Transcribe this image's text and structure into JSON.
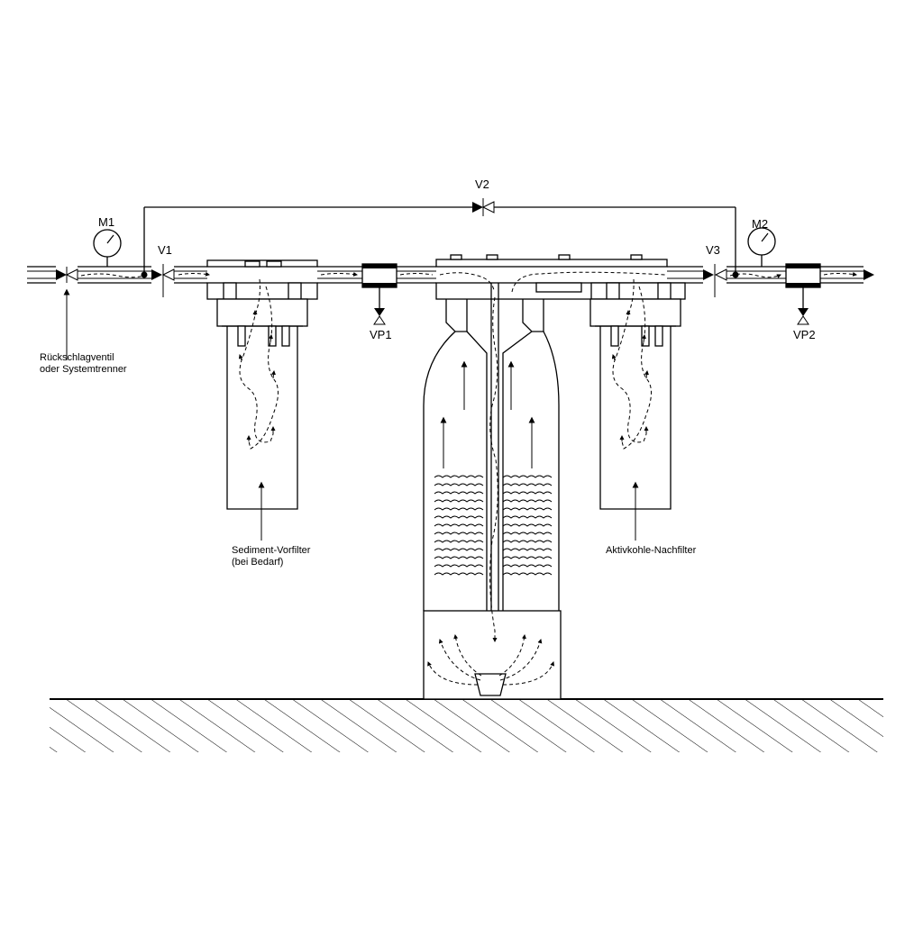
{
  "labels": {
    "m1": "M1",
    "m2": "M2",
    "v1": "V1",
    "v2": "V2",
    "v3": "V3",
    "vp1": "VP1",
    "vp2": "VP2",
    "check_valve_line1": "Rückschlagventil",
    "check_valve_line2": "oder Systemtrenner",
    "sediment_line1": "Sediment-Vorfilter",
    "sediment_line2": "(bei Bedarf)",
    "carbon_filter": "Aktivkohle-Nachfilter"
  }
}
